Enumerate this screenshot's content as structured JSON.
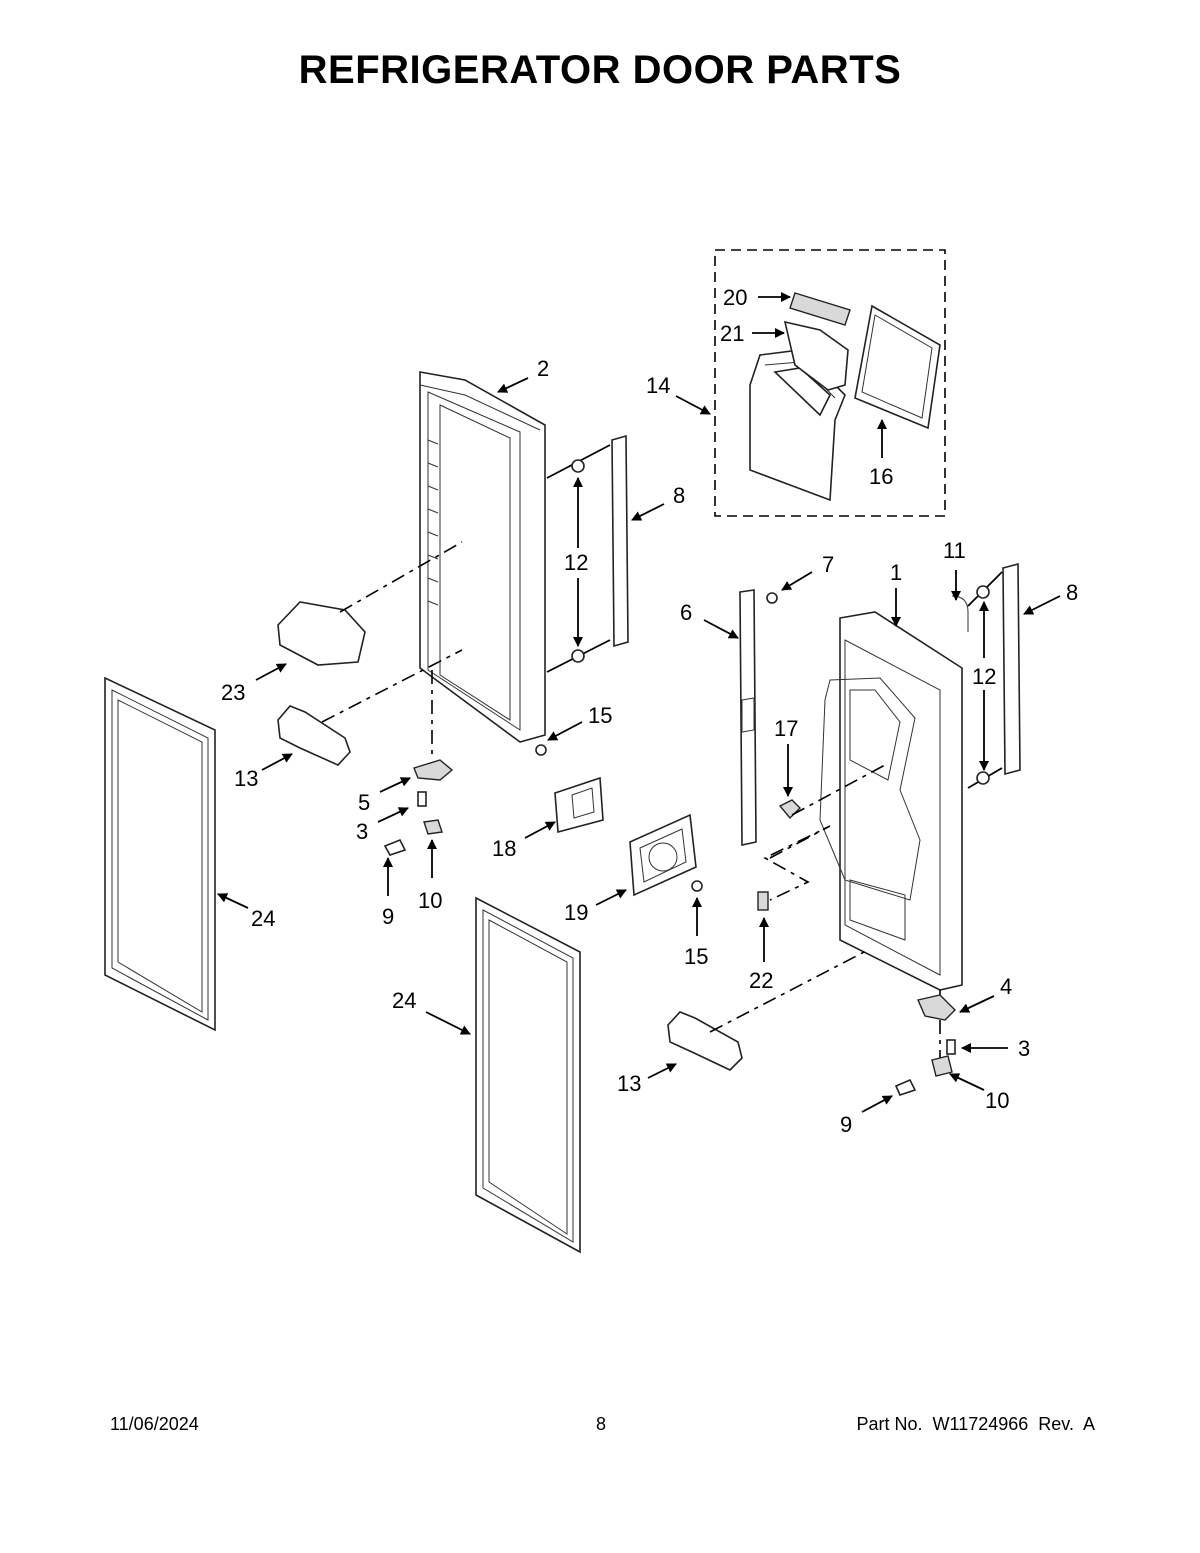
{
  "page": {
    "title": "REFRIGERATOR DOOR PARTS"
  },
  "footer": {
    "date": "11/06/2024",
    "page_number": "8",
    "part_number": "Part No.  W11724966  Rev.  A"
  },
  "callouts": [
    "20",
    "21",
    "14",
    "16",
    "2",
    "8",
    "12",
    "23",
    "13",
    "24",
    "5",
    "3",
    "9",
    "10",
    "15",
    "18",
    "19",
    "15",
    "24",
    "6",
    "7",
    "1",
    "11",
    "8",
    "12",
    "17",
    "22",
    "4",
    "3",
    "13",
    "10",
    "9"
  ]
}
